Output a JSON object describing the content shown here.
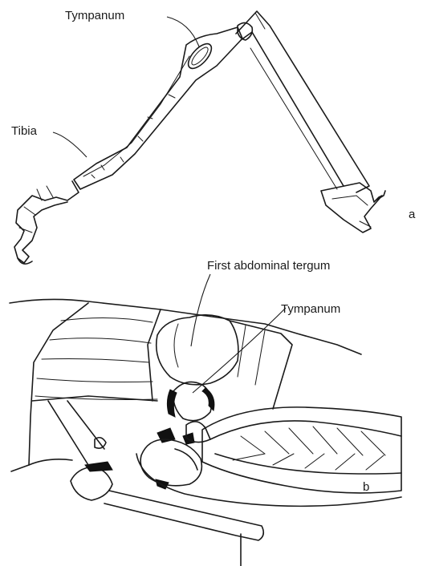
{
  "labels": {
    "tympanum_a": "Tympanum",
    "tibia": "Tibia",
    "panel_a": "a",
    "first_abdominal_tergum": "First abdominal tergum",
    "tympanum_b": "Tympanum",
    "panel_b": "b"
  },
  "colors": {
    "ink": "#1a1a1a",
    "background": "#ffffff"
  }
}
